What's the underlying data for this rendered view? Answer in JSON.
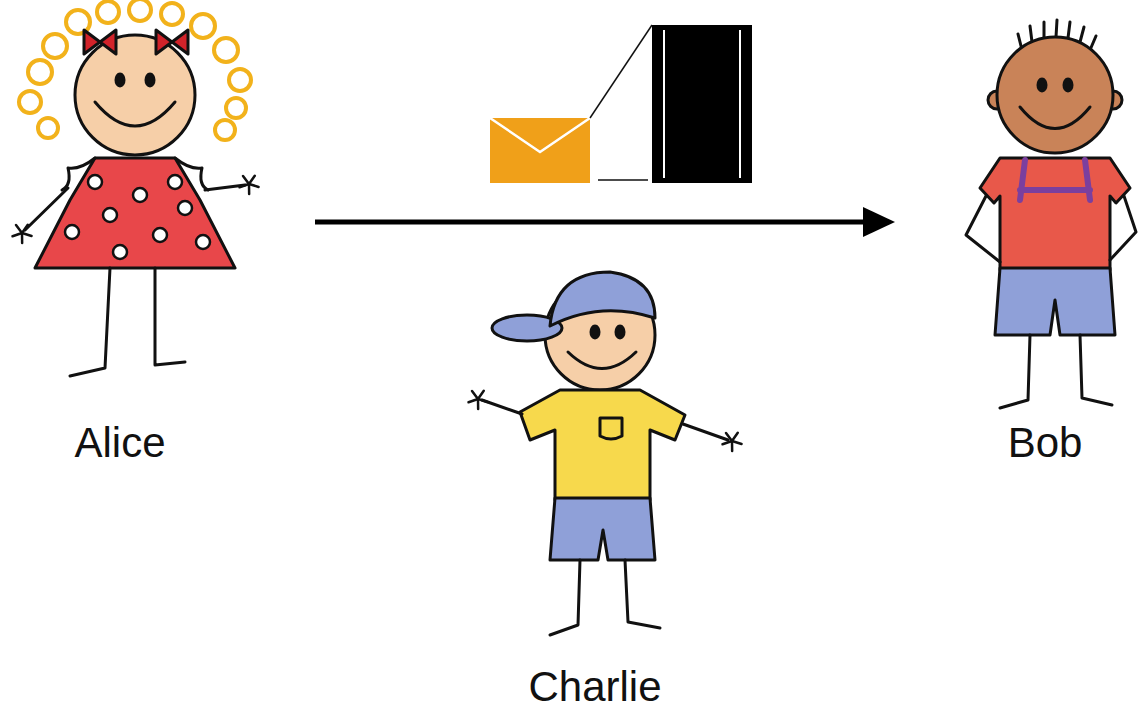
{
  "diagram": {
    "nodes": [
      {
        "text": [
          "Alice"
        ]
      },
      {
        "text": [
          "Bob"
        ]
      },
      {
        "text": [
          "Charlie"
        ]
      }
    ],
    "edges": [
      {
        "from": 0,
        "to": 1,
        "arrow": "to"
      }
    ]
  }
}
